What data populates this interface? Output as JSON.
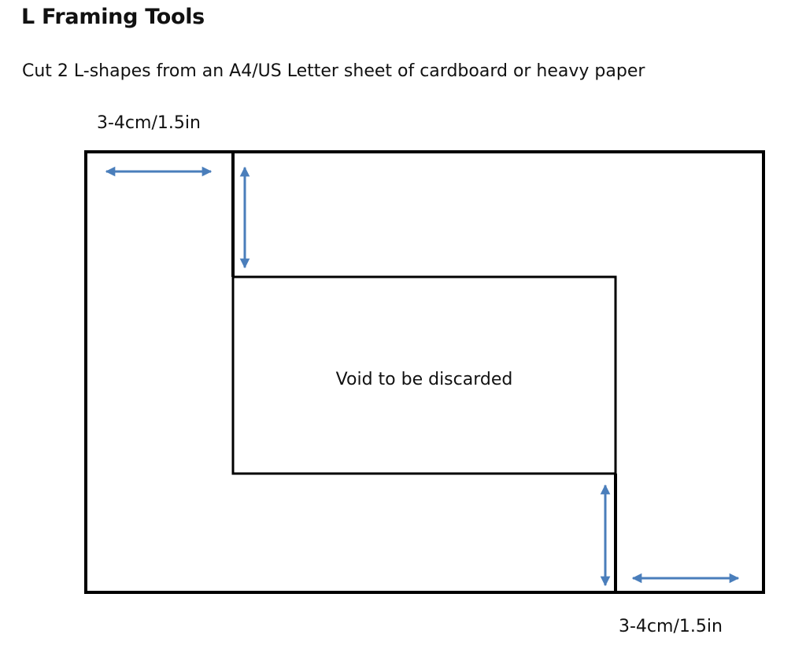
{
  "title": "L Framing Tools",
  "instructions": "Cut 2 L-shapes from an A4/US Letter sheet of cardboard or heavy paper",
  "dimension_label_top": "3-4cm/1.5in",
  "dimension_label_bottom": "3-4cm/1.5in",
  "void_label": "Void to be discarded",
  "colors": {
    "outline": "#000000",
    "arrow": "#4a7ebb"
  }
}
